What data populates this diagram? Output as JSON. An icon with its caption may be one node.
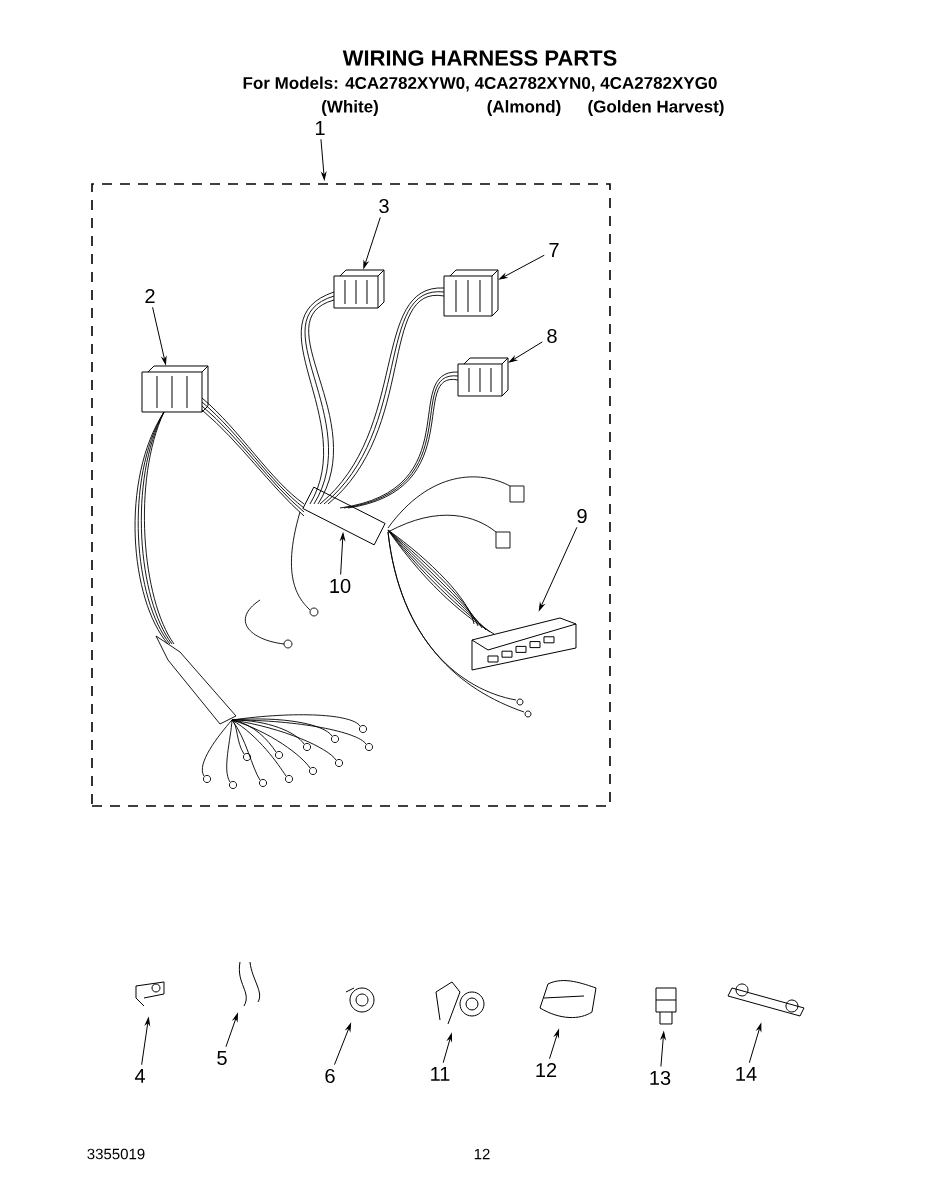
{
  "diagram": {
    "title": "WIRING HARNESS PARTS",
    "nodes": [
      {
        "text": [
          "1"
        ]
      },
      {
        "text": [],
        "shape": "box"
      },
      {
        "text": [
          "2"
        ],
        "in": 1
      },
      {
        "text": [],
        "shape": "picture",
        "in": 1
      },
      {
        "text": [
          "3"
        ],
        "in": 1
      },
      {
        "text": [],
        "shape": "picture",
        "in": 1
      },
      {
        "text": [
          "7"
        ],
        "in": 1
      },
      {
        "text": [],
        "shape": "picture",
        "in": 1
      },
      {
        "text": [
          "8"
        ],
        "in": 1
      },
      {
        "text": [],
        "shape": "picture",
        "in": 1
      },
      {
        "text": [
          "9"
        ],
        "in": 1
      },
      {
        "text": [],
        "shape": "picture",
        "in": 1
      },
      {
        "text": [
          "10"
        ],
        "in": 1
      },
      {
        "text": [],
        "shape": "picture",
        "in": 1
      },
      {
        "text": [],
        "shape": "picture"
      },
      {
        "text": [
          "4"
        ]
      },
      {
        "text": [],
        "shape": "picture"
      },
      {
        "text": [
          "5"
        ]
      },
      {
        "text": [],
        "shape": "picture"
      },
      {
        "text": [
          "6"
        ]
      },
      {
        "text": [],
        "shape": "picture"
      },
      {
        "text": [
          "11"
        ]
      },
      {
        "text": [],
        "shape": "picture"
      },
      {
        "text": [
          "12"
        ]
      },
      {
        "text": [],
        "shape": "picture"
      },
      {
        "text": [
          "13"
        ]
      },
      {
        "text": [],
        "shape": "picture"
      },
      {
        "text": [
          "14"
        ]
      }
    ],
    "edges": [
      {
        "from": 0,
        "to": 1,
        "arrow": "to"
      },
      {
        "from": 2,
        "to": 3,
        "arrow": "to"
      },
      {
        "from": 4,
        "to": 5,
        "arrow": "to"
      },
      {
        "from": 6,
        "to": 7,
        "arrow": "to"
      },
      {
        "from": 8,
        "to": 9,
        "arrow": "to"
      },
      {
        "from": 10,
        "to": 11,
        "arrow": "to"
      },
      {
        "from": 12,
        "to": 13,
        "arrow": "to"
      },
      {
        "from": 15,
        "to": 14,
        "arrow": "to"
      },
      {
        "from": 17,
        "to": 16,
        "arrow": "to"
      },
      {
        "from": 19,
        "to": 18,
        "arrow": "to"
      },
      {
        "from": 21,
        "to": 20,
        "arrow": "to"
      },
      {
        "from": 23,
        "to": 22,
        "arrow": "to"
      },
      {
        "from": 25,
        "to": 24,
        "arrow": "to"
      },
      {
        "from": 27,
        "to": 26,
        "arrow": "to"
      }
    ],
    "labels": [
      "For Models: 4CA2782XYW0, 4CA2782XYN0, 4CA2782XYG0",
      "(White)",
      "(Almond)",
      "(Golden Harvest)",
      "3355019",
      "12"
    ]
  }
}
